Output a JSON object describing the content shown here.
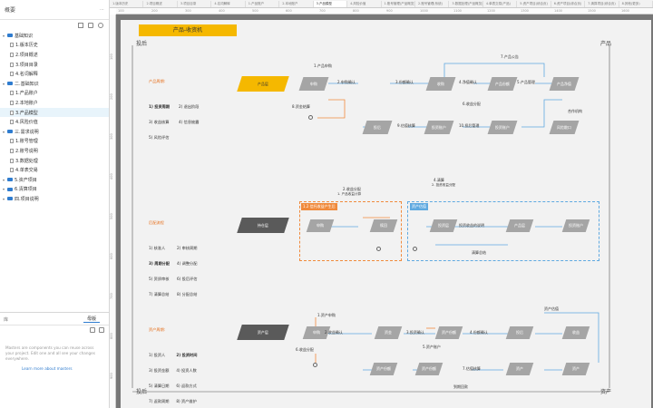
{
  "sidebar": {
    "header_label": "概要",
    "pages": [
      {
        "label": "基础知识",
        "level": 0,
        "type": "folder"
      },
      {
        "label": "1.版本历史",
        "level": 1,
        "type": "page"
      },
      {
        "label": "2.项目概述",
        "level": 1,
        "type": "page"
      },
      {
        "label": "3.项目目录",
        "level": 1,
        "type": "page"
      },
      {
        "label": "4.名词解释",
        "level": 1,
        "type": "page"
      },
      {
        "label": "二.基础知识",
        "level": 0,
        "type": "folder"
      },
      {
        "label": "1.产品账户",
        "level": 1,
        "type": "page"
      },
      {
        "label": "2.本地账户",
        "level": 1,
        "type": "page"
      },
      {
        "label": "3.产品模型",
        "level": 1,
        "type": "page",
        "selected": true
      },
      {
        "label": "4.风险价值",
        "level": 1,
        "type": "page"
      },
      {
        "label": "三.需求说明",
        "level": 0,
        "type": "folder"
      },
      {
        "label": "1.账号管理",
        "level": 1,
        "type": "page"
      },
      {
        "label": "2.账号说明",
        "level": 1,
        "type": "page"
      },
      {
        "label": "3.数据处理",
        "level": 1,
        "type": "page"
      },
      {
        "label": "4.单表交易",
        "level": 1,
        "type": "page"
      },
      {
        "label": "5.资产项目",
        "level": 0,
        "type": "folder"
      },
      {
        "label": "6.清算项目",
        "level": 0,
        "type": "folder"
      },
      {
        "label": "四.项目说明",
        "level": 0,
        "type": "folder"
      }
    ],
    "lower_tabs": [
      "库",
      "母版"
    ],
    "masters_message": "Masters are components you can reuse across your project. Edit one and all see your changes everywhere.",
    "learn_link": "Learn more about masters"
  },
  "tabs": [
    "1.版本历史",
    "2.项目概述",
    "3.项目目录",
    "4.名词解释",
    "1.产品账户",
    "2.本地账户",
    "3.产品模型",
    "4.风险价值",
    "1.账号管理(产品概览)",
    "2.账号管理(系统)",
    "3.数据处理(产品概览)",
    "4.单表交易(产品)",
    "5.资产项目(综合页)",
    "6.资产项目(综合页)",
    "7.清算项目(综合页)",
    "8.其他(更多)"
  ],
  "active_tab": 6,
  "ruler_numbers": [
    "100",
    "200",
    "300",
    "400",
    "500",
    "600",
    "700",
    "800",
    "900",
    "1000",
    "1100",
    "1200",
    "1300",
    "1400",
    "1500",
    "1600"
  ],
  "ruler_left_numbers": [
    "100",
    "200",
    "300",
    "400",
    "500",
    "600",
    "700",
    "800",
    "900"
  ],
  "diagram": {
    "title": "产品-收资机",
    "corners": {
      "tl": "投后",
      "tr": "产品",
      "bl": "投后",
      "br": "资产"
    },
    "section1_legend": {
      "heading": "产品周期:",
      "items": [
        "1) 投资周期",
        "2) 退出阶段",
        "3) 收益核算",
        "4) 信息披露",
        "5) 风险评估"
      ]
    },
    "section2_legend": {
      "heading": "后配流程",
      "items": [
        "1) 核准人",
        "2) 审核周期",
        "3) 周期分配",
        "4) 调整分配",
        "5) 资质审核",
        "6) 投后评估",
        "7) 清算总结",
        "8) 分配总结"
      ]
    },
    "section3_legend": {
      "heading": "资产周期:",
      "items": [
        "1) 投资人",
        "2) 投资时间",
        "3) 投资金额",
        "4) 投资人数",
        "5) 清算日期",
        "6) 返款方式",
        "7) 返款周期",
        "8) 资产维护"
      ]
    },
    "shapes": {
      "s1_main": "产品层",
      "s1_a": "申购",
      "s1_b": "收购",
      "s1_c": "产品份额",
      "s1_d": "产品净值",
      "s1_e": "投后",
      "s1_f": "投资账户",
      "s1_g": "投资账户",
      "s1_h": "风险敞口",
      "s1_i": "资产",
      "s2_main": "持仓层",
      "s2_a": "申购",
      "s2_b": "赎回",
      "s2_c": "投资层",
      "s2_d": "产品层",
      "s2_e": "投资账户",
      "s3_main": "资产层",
      "s3_a": "申购",
      "s3_b": "资金",
      "s3_c": "资产份额",
      "s3_d": "投后",
      "s3_e": "收益",
      "s3_f": "资产份额",
      "s3_g": "资产份额",
      "s3_h": "资产",
      "s3_i": "资产"
    },
    "notes": {
      "n1": "1.产品申购",
      "n2": "2.申购确认",
      "n3": "3.份额确认",
      "n4": "4.净值确认",
      "n5": "5.产品管理",
      "n6": "6.收益分配",
      "n7": "7.产品公告",
      "n8": "8.资金结算",
      "n9": "9.估值核算",
      "n10": "10.投后管理",
      "n11": "合作机构",
      "box1": "1.2 信托收益产生后",
      "box2": "2.收益分配",
      "box3": "资产估值",
      "b1": "投资收益的说明",
      "b2": "4.清算",
      "b3": "1. 产品收益计算",
      "b4": "2. 投资收益分配",
      "b5": "清算总结",
      "c1": "1.资产申购",
      "c2": "2.收益确认",
      "c3": "3.投资确认",
      "c4": "4.份额确认",
      "c5": "5.资产账户",
      "c6": "6.收益分配",
      "c7": "7.估值核算",
      "c8": "资产估值",
      "c9": "到期回款"
    }
  },
  "colors": {
    "accent": "#f5b800",
    "blue": "#4a86c6",
    "gray": "#a5a5a5",
    "dark": "#5a5a5a",
    "orange": "#f08a3c"
  }
}
